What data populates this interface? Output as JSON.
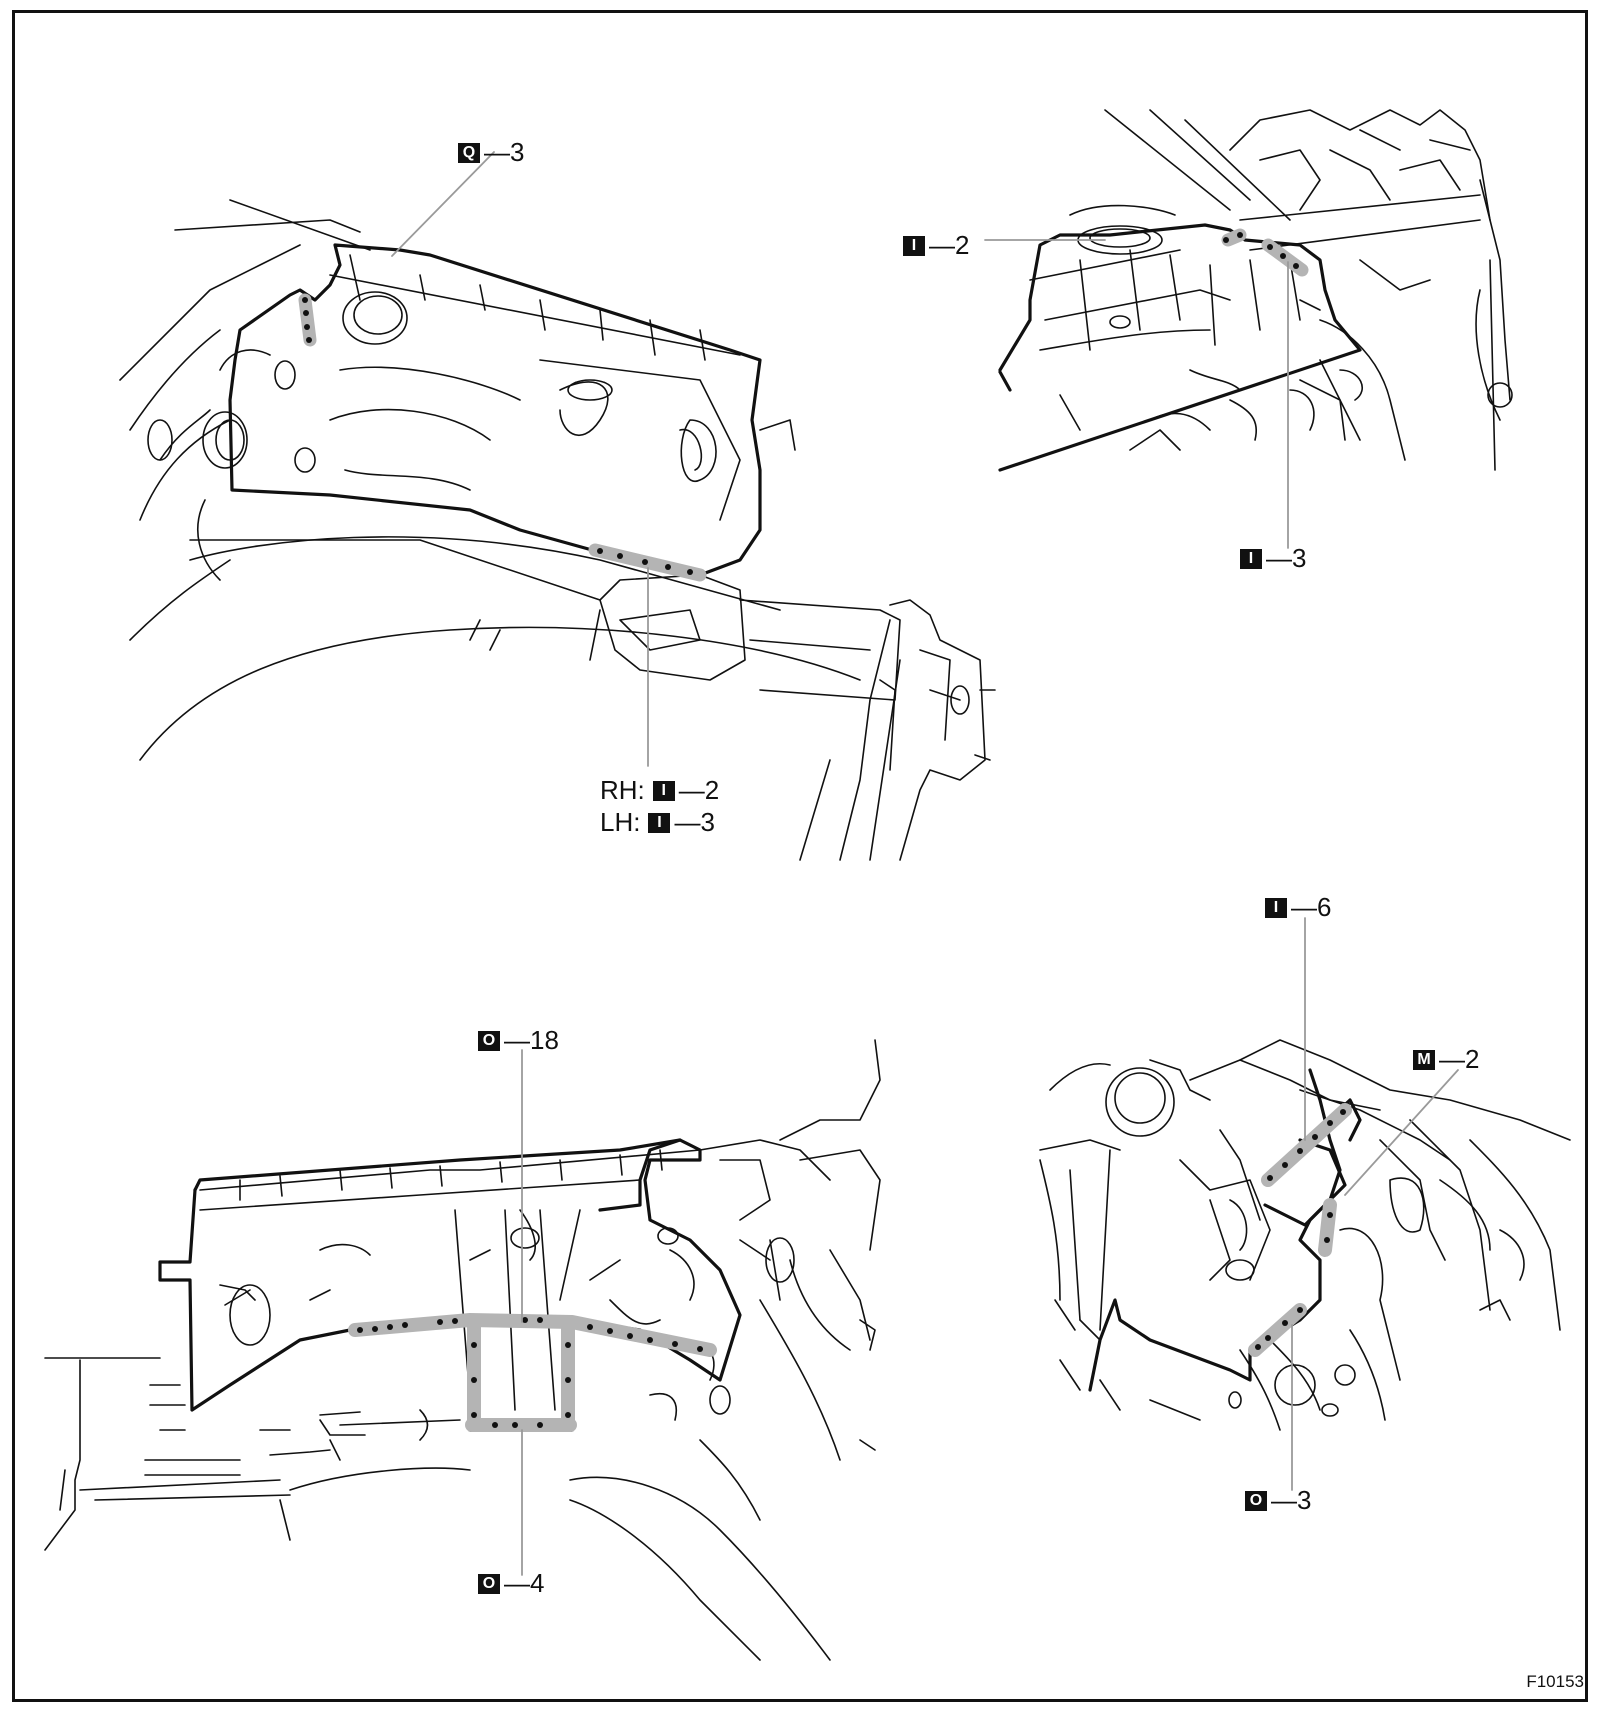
{
  "figure_id": "F10153",
  "colors": {
    "line": "#111111",
    "weld_band": "#b4b4b4",
    "leader": "#9a9a9a"
  },
  "callouts": {
    "top_left_top": {
      "letter": "Q",
      "text": "—3"
    },
    "rhlh_rh_prefix": "RH:",
    "rhlh_rh": {
      "letter": "I",
      "text": "—2"
    },
    "rhlh_lh_prefix": "LH:",
    "rhlh_lh": {
      "letter": "I",
      "text": "—3"
    },
    "top_right_left": {
      "letter": "I",
      "text": "—2"
    },
    "top_right_bottom": {
      "letter": "I",
      "text": "—3"
    },
    "bottom_left_top": {
      "letter": "O",
      "text": "—18"
    },
    "bottom_left_bottom": {
      "letter": "O",
      "text": "—4"
    },
    "bottom_right_top": {
      "letter": "I",
      "text": "—6"
    },
    "bottom_right_mid": {
      "letter": "M",
      "text": "—2"
    },
    "bottom_right_bottom": {
      "letter": "O",
      "text": "—3"
    }
  }
}
